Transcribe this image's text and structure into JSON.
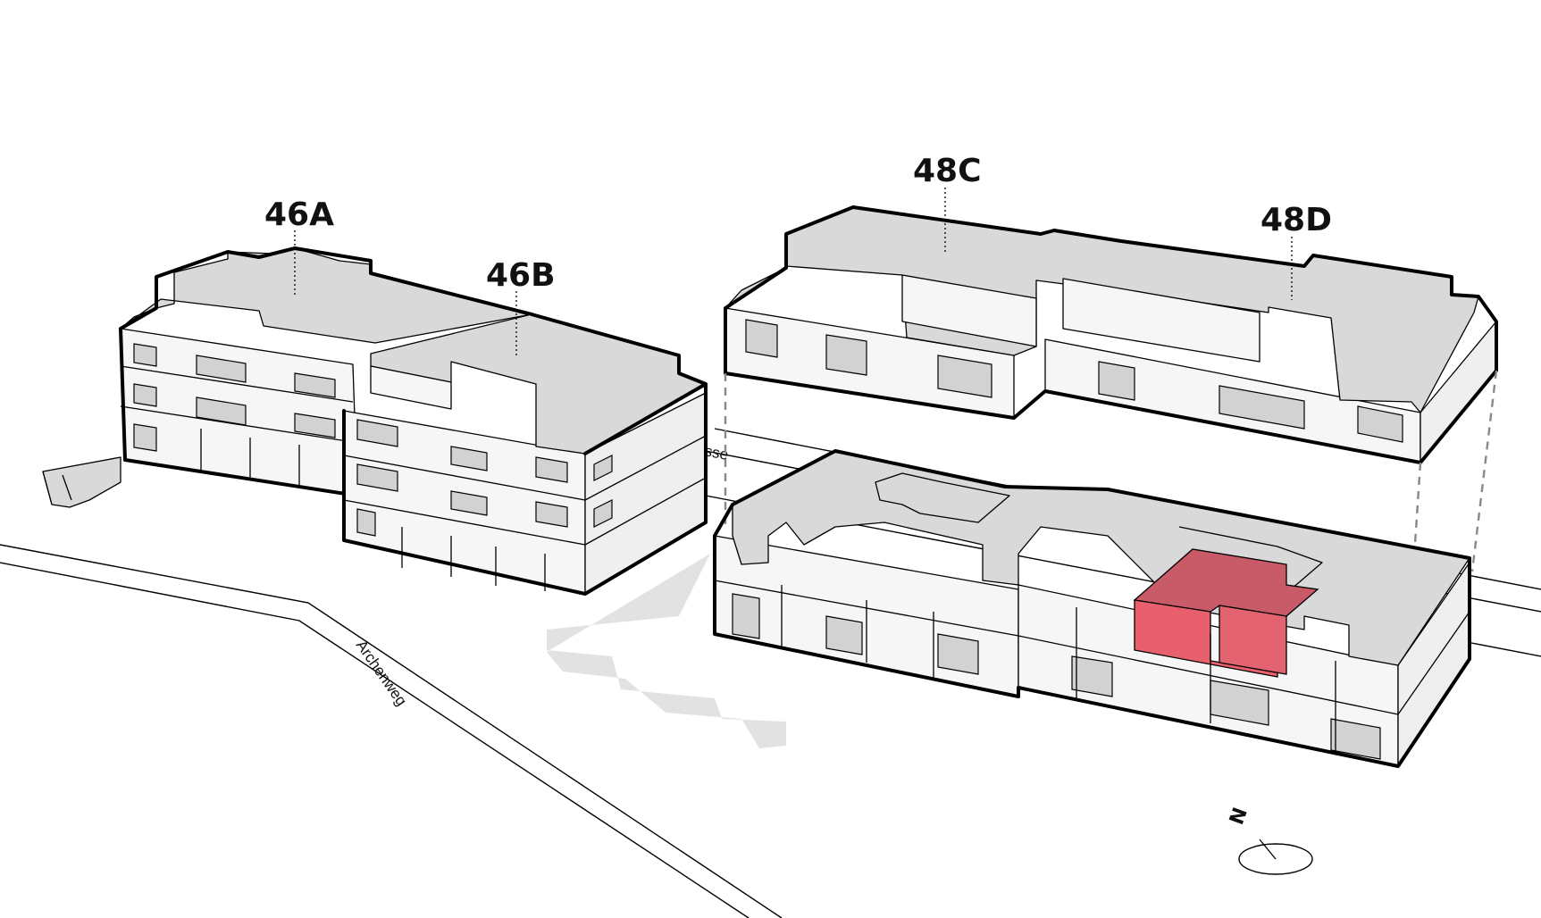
{
  "buildings": {
    "b46A": {
      "label": "46A"
    },
    "b46B": {
      "label": "46B"
    },
    "b48C": {
      "label": "48C"
    },
    "b48D": {
      "label": "48D"
    }
  },
  "streets": {
    "archenweg": "Archenweg",
    "upper_fragment": "sse"
  },
  "north_arrow": {
    "label": "N"
  },
  "colors": {
    "highlight": "#e8606d",
    "highlight_roof": "#c95a67",
    "roof": "#d9d9d9",
    "ground_shadow": "#e2e2e2",
    "wall": "#f6f6f6",
    "outline": "#000000"
  }
}
